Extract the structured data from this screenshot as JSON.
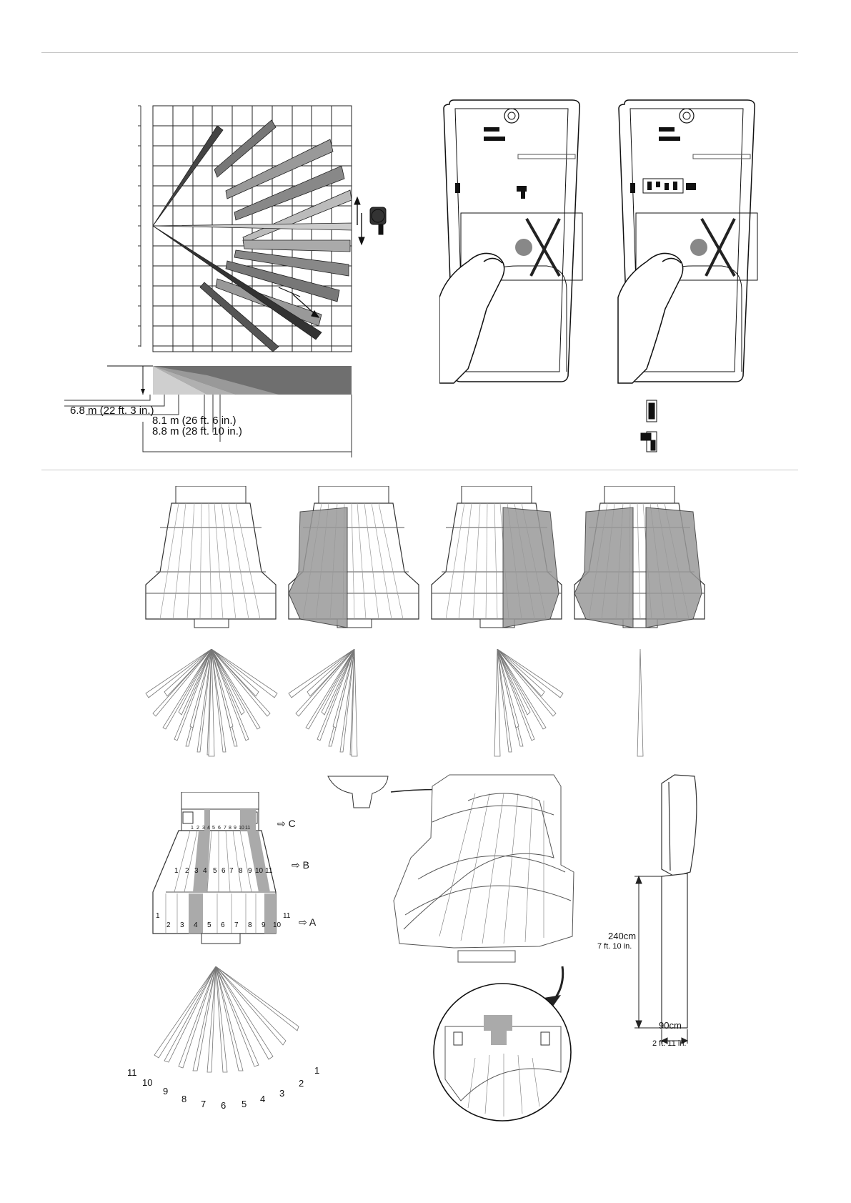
{
  "coverage": {
    "distances": [
      "6.8 m (22 ft. 3 in.)",
      "8.1 m (26 ft. 6 in.)",
      "8.8 m (28 ft. 10 in.)"
    ]
  },
  "mirror": {
    "section_labels": [
      "C",
      "B",
      "A"
    ],
    "row_c_numbers": [
      "1",
      "2",
      "3",
      "4",
      "5",
      "6",
      "7",
      "8",
      "9",
      "10",
      "11"
    ],
    "row_b_numbers": [
      "1",
      "2",
      "3",
      "4",
      "5",
      "6",
      "7",
      "8",
      "9",
      "10",
      "11"
    ],
    "row_a_numbers": [
      "1",
      "2",
      "3",
      "4",
      "5",
      "6",
      "7",
      "8",
      "9",
      "10",
      "11"
    ],
    "beam_numbers": [
      "11",
      "10",
      "9",
      "8",
      "7",
      "6",
      "5",
      "4",
      "3",
      "2",
      "1"
    ]
  },
  "mounting": {
    "height_metric": "240cm",
    "height_imperial": "7 ft. 10 in.",
    "width_metric": "90cm",
    "width_imperial": "2 ft. 11 in."
  }
}
